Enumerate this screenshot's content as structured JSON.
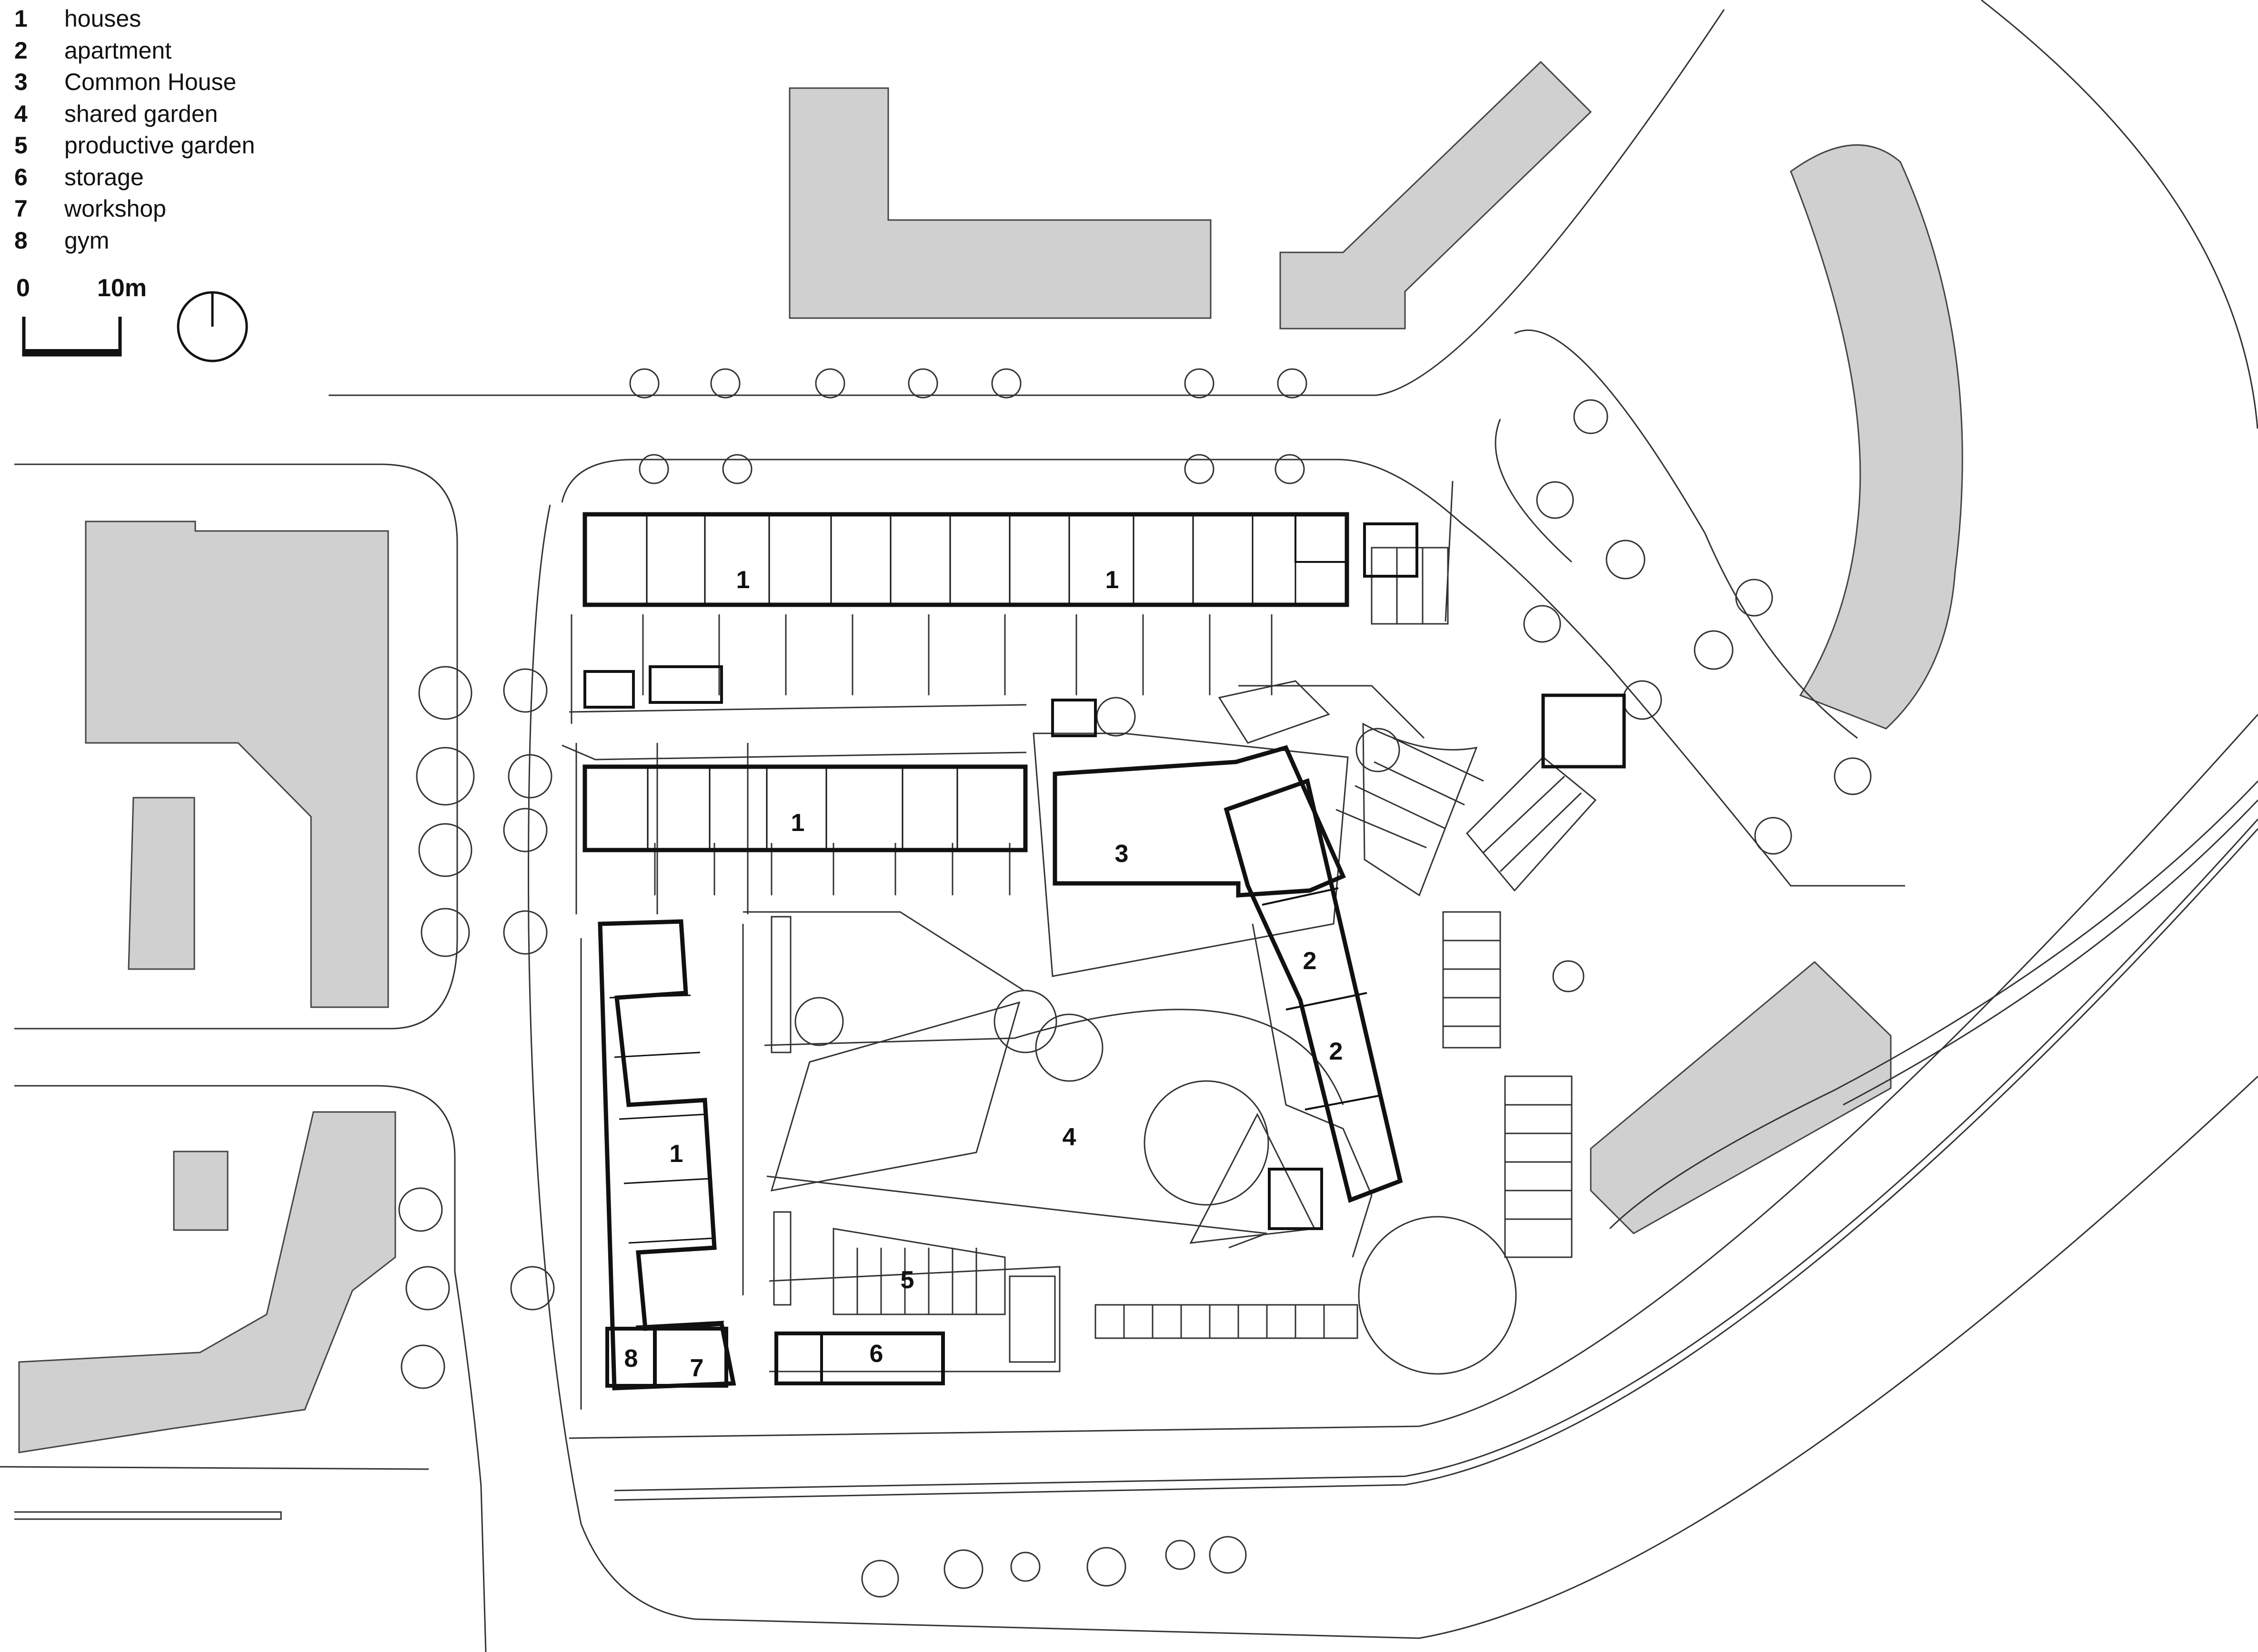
{
  "legend": [
    {
      "num": "1",
      "label": "houses"
    },
    {
      "num": "2",
      "label": "apartment"
    },
    {
      "num": "3",
      "label": "Common House"
    },
    {
      "num": "4",
      "label": "shared garden"
    },
    {
      "num": "5",
      "label": "productive garden"
    },
    {
      "num": "6",
      "label": "storage"
    },
    {
      "num": "7",
      "label": "workshop"
    },
    {
      "num": "8",
      "label": "gym"
    }
  ],
  "scale_bar": {
    "start": "0",
    "end": "10m"
  },
  "plan_labels": {
    "houses_north_a": "1",
    "houses_north_b": "1",
    "houses_middle": "1",
    "houses_west": "1",
    "apartment_a": "2",
    "apartment_b": "2",
    "common_house": "3",
    "shared_garden": "4",
    "productive_garden": "5",
    "storage": "6",
    "workshop": "7",
    "gym": "8"
  },
  "colors": {
    "neighbour_building": "#d0d0d0",
    "line": "#222222",
    "heavy_line": "#111111"
  }
}
